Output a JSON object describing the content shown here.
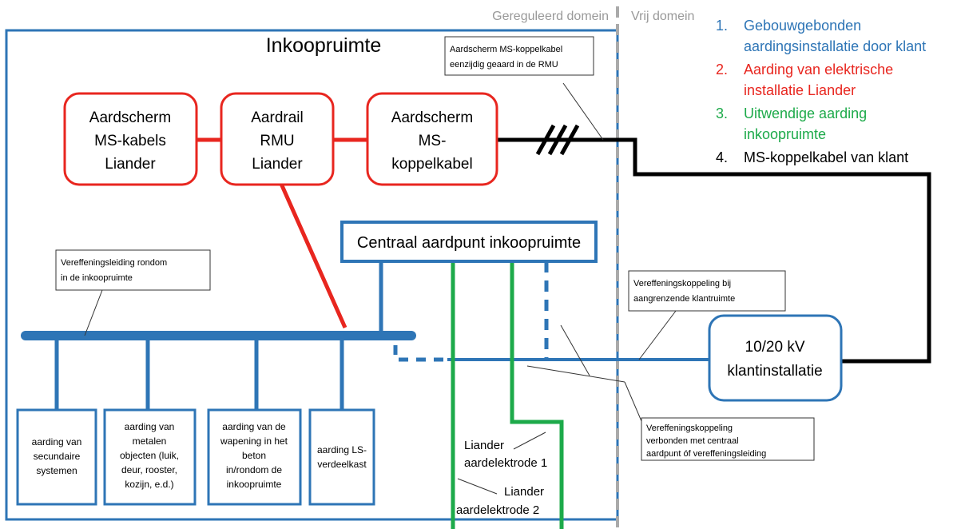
{
  "domains": {
    "regulated": "Gereguleerd domein",
    "free": "Vrij domein"
  },
  "room_title": "Inkoopruimte",
  "legend": [
    {
      "number": "1.",
      "lines": [
        "Gebouwgebonden",
        "aardingsinstallatie door klant"
      ],
      "color": "#2E75B6"
    },
    {
      "number": "2.",
      "lines": [
        "Aarding van elektrische",
        "installatie Liander"
      ],
      "color": "#E8261F"
    },
    {
      "number": "3.",
      "lines": [
        "Uitwendige aarding",
        "inkoopruimte"
      ],
      "color": "#1DAA4A"
    },
    {
      "number": "4.",
      "lines": [
        "MS-koppelkabel van klant"
      ],
      "color": "#000000"
    }
  ],
  "red_boxes": [
    {
      "lines": [
        "Aardscherm",
        "MS-kabels",
        "Liander"
      ]
    },
    {
      "lines": [
        "Aardrail",
        "RMU",
        "Liander"
      ]
    },
    {
      "lines": [
        "Aardscherm",
        "MS-",
        "koppelkabel"
      ]
    }
  ],
  "central_point": "Centraal aardpunt inkoopruimte",
  "customer_installation": [
    "10/20 kV",
    "klantinstallatie"
  ],
  "callouts": {
    "rmu_note": [
      "Aardscherm MS-koppelkabel",
      "eenzijdig geaard in de RMU"
    ],
    "bus_note": [
      "Vereffeningsleiding rondom",
      "in de inkoopruimte"
    ],
    "adjacent_note": [
      "Vereffeningskoppeling bij",
      "aangrenzende klantruimte"
    ],
    "central_note": [
      "Vereffeningskoppeling",
      "verbonden met centraal",
      "aardpunt óf vereffeningsleiding"
    ]
  },
  "bottom_boxes": [
    {
      "lines": [
        "aarding van",
        "secundaire",
        "systemen"
      ]
    },
    {
      "lines": [
        "aarding van",
        "metalen",
        "objecten (luik,",
        "deur, rooster,",
        "kozijn, e.d.)"
      ]
    },
    {
      "lines": [
        "aarding van de",
        "wapening in het",
        "beton",
        "in/rondom de",
        "inkoopruimte"
      ]
    },
    {
      "lines": [
        "aarding LS-",
        "verdeelkast"
      ]
    }
  ],
  "electrodes": [
    {
      "lines": [
        "Liander",
        "aardelektrode 1"
      ]
    },
    {
      "lines": [
        "Liander",
        "aardelektrode 2"
      ]
    }
  ]
}
